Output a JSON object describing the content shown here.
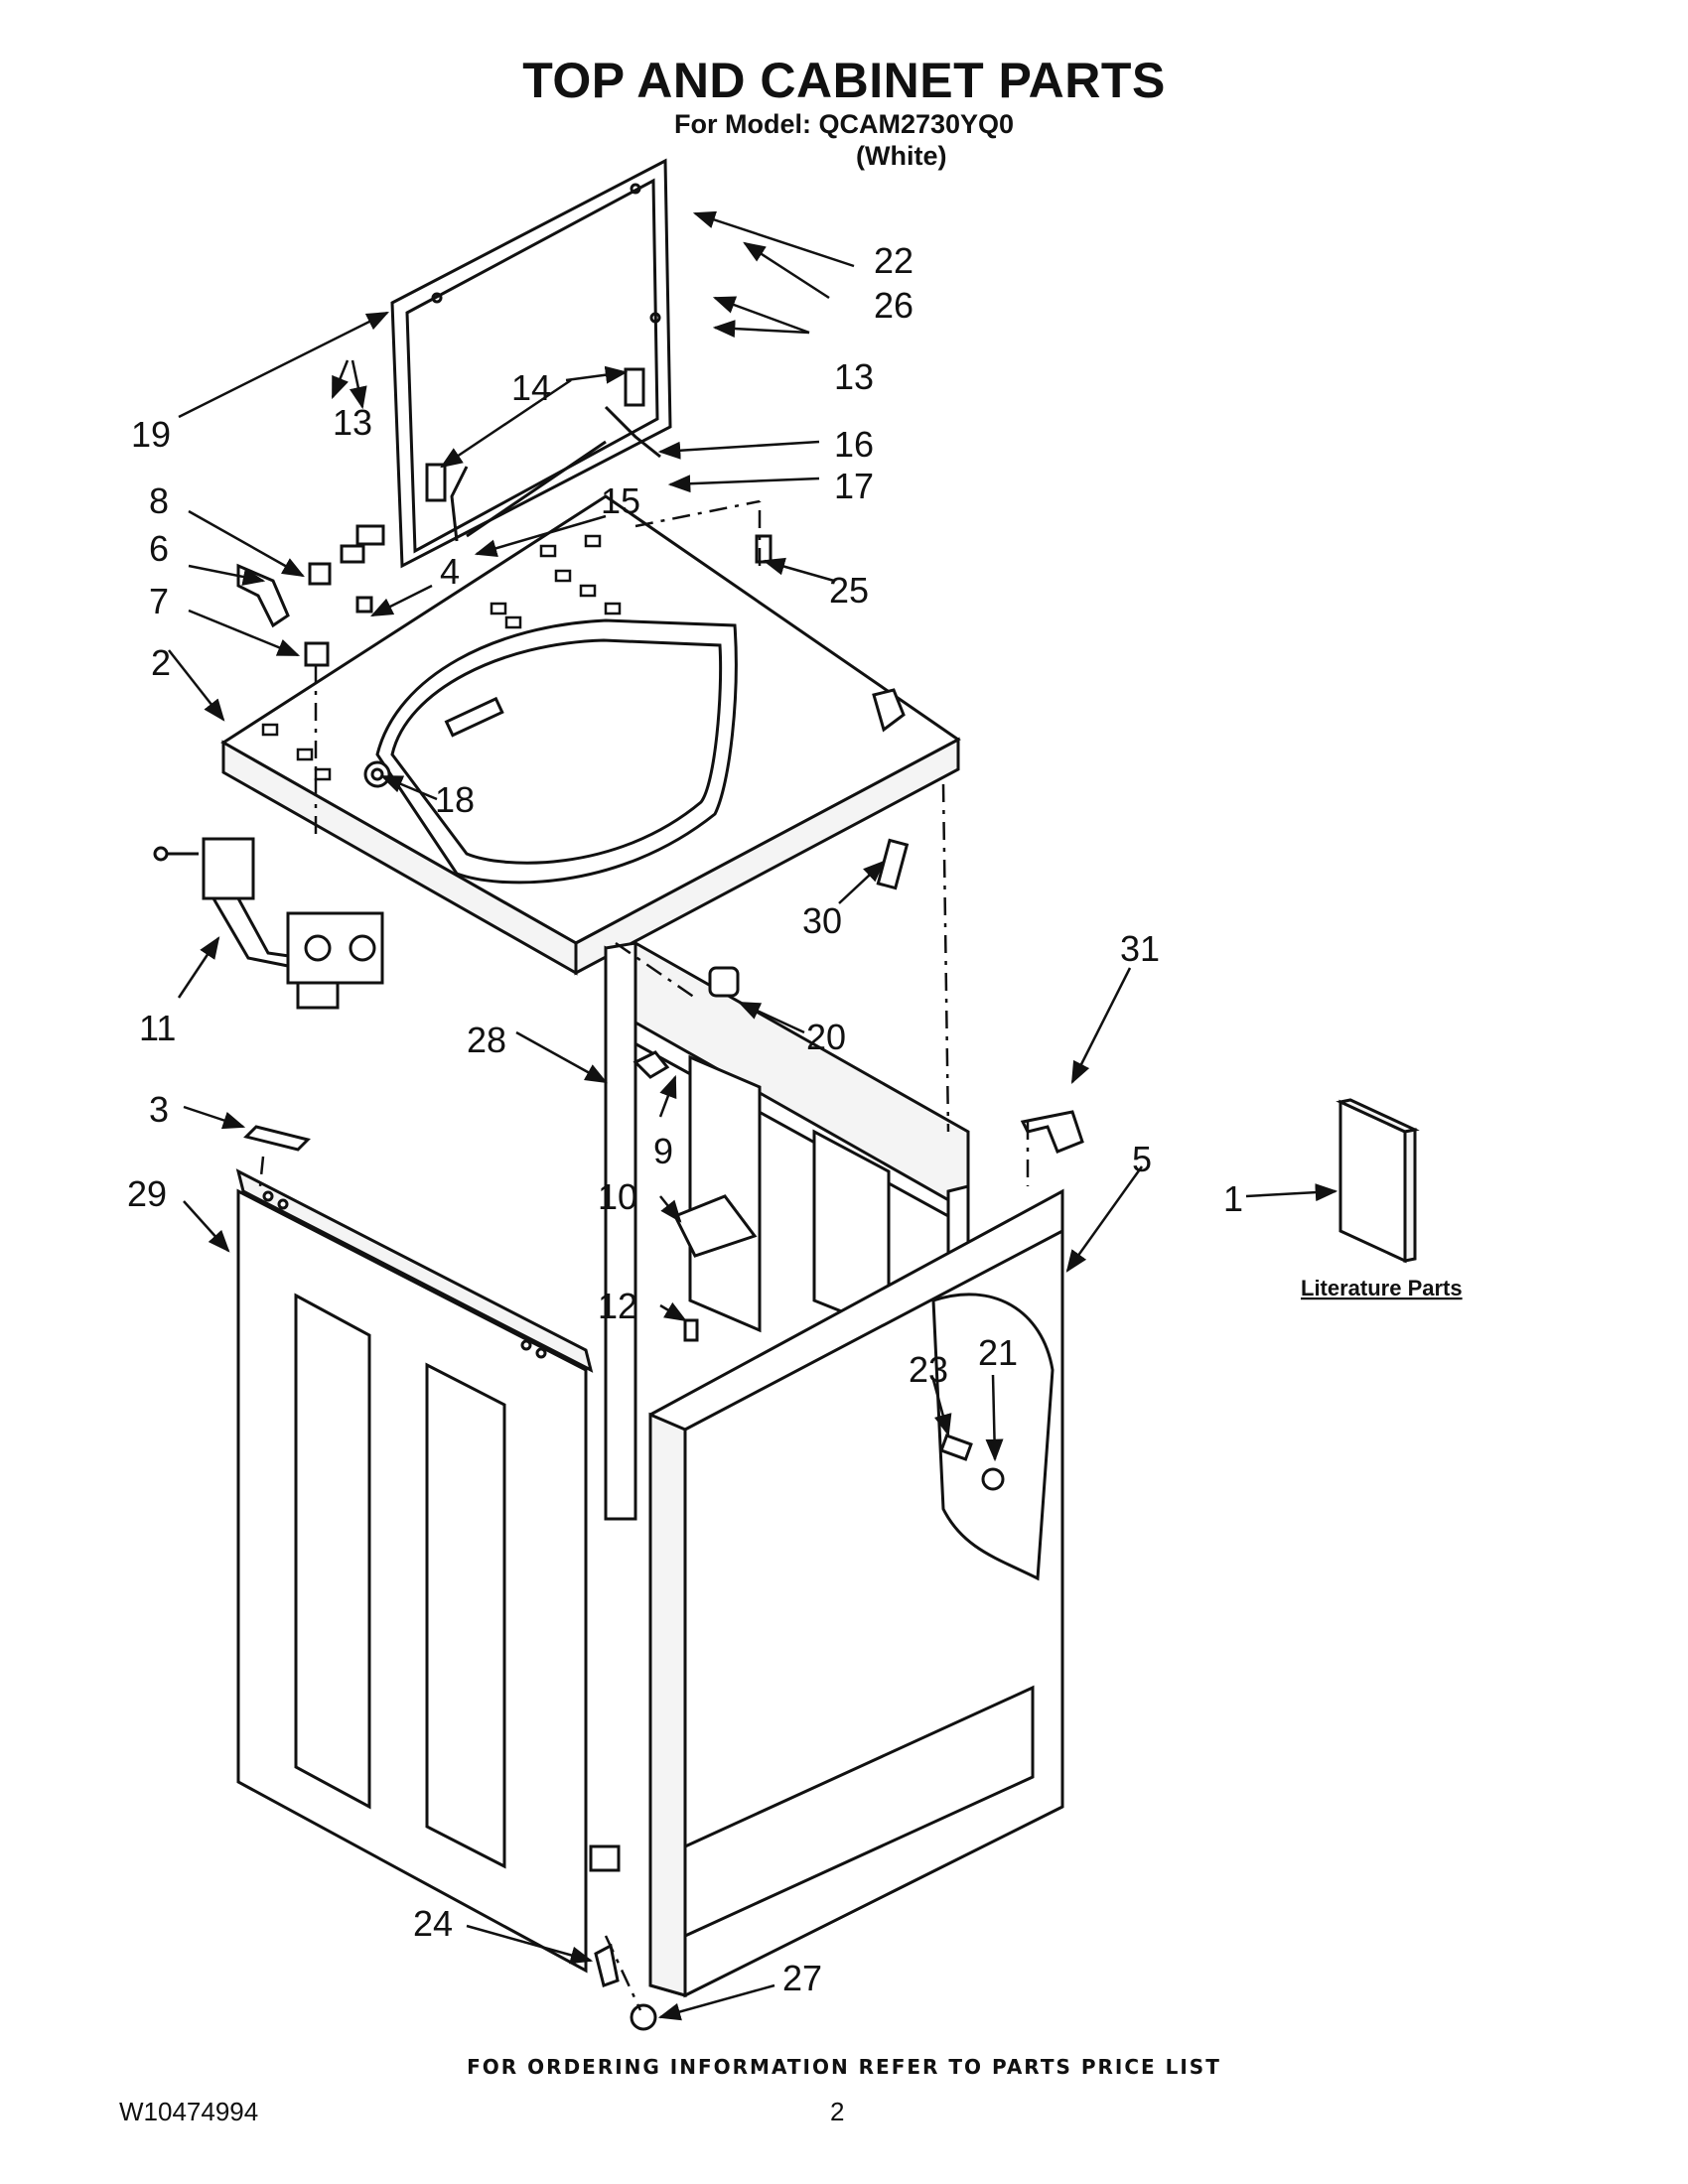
{
  "header": {
    "title": "TOP AND CABINET PARTS",
    "model_line": "For Model: QCAM2730YQ0",
    "color_line": "(White)"
  },
  "diagram": {
    "callouts": [
      "22",
      "26",
      "13",
      "19",
      "14",
      "16",
      "13",
      "17",
      "8",
      "15",
      "6",
      "25",
      "4",
      "7",
      "2",
      "18",
      "30",
      "31",
      "11",
      "20",
      "28",
      "3",
      "9",
      "5",
      "29",
      "10",
      "1",
      "12",
      "23",
      "21",
      "24",
      "27"
    ],
    "literature_label": "Literature Parts"
  },
  "footer": {
    "ordering_info": "FOR ORDERING INFORMATION REFER TO PARTS PRICE LIST",
    "document_number": "W10474994",
    "page_number": "2"
  },
  "colors": {
    "ink": "#111111",
    "panel_shade": "#f4f4f4",
    "background": "#ffffff"
  }
}
